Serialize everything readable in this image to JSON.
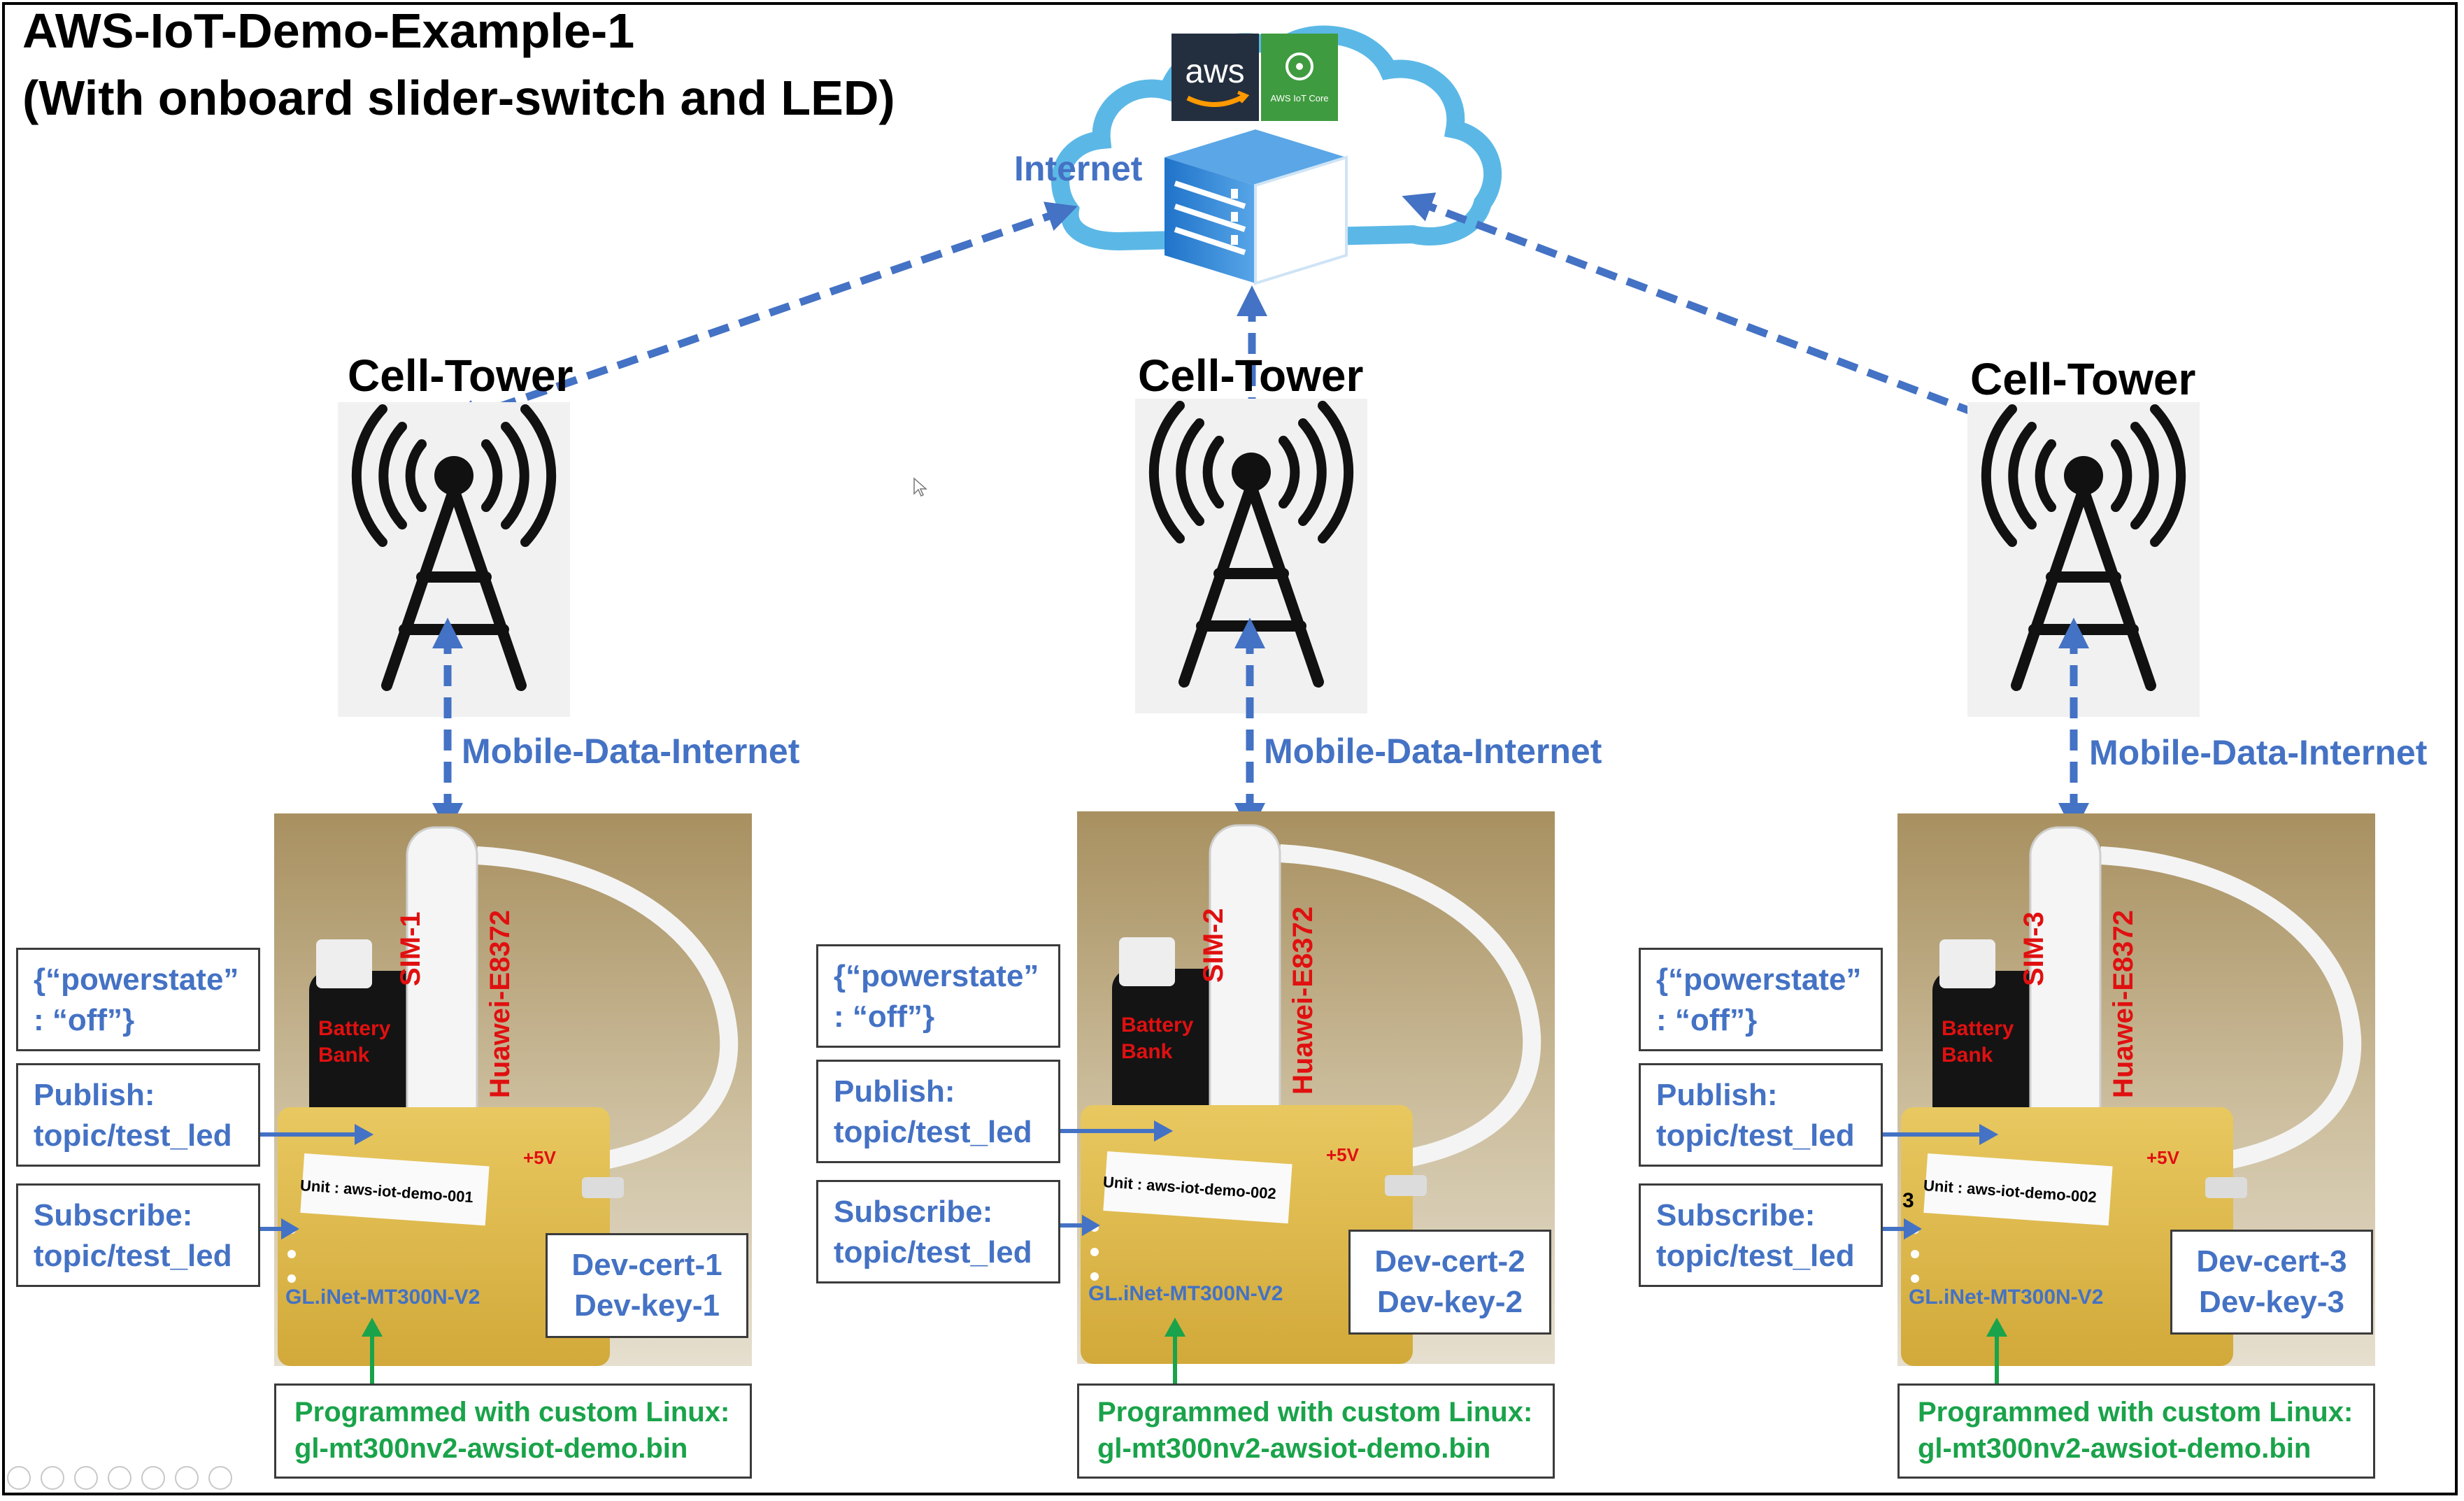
{
  "title": {
    "line1": "AWS-IoT-Demo-Example-1",
    "line2": "(With onboard slider-switch and LED)"
  },
  "cloud": {
    "internet_label": "Internet",
    "aws_logo_text": "aws",
    "iot_core_text": "AWS IoT Core"
  },
  "units": [
    {
      "tower_label": "Cell-Tower",
      "link_label": "Mobile-Data-Internet",
      "sim_label": "SIM-1",
      "modem_label": "Huawei-E8372",
      "battery_label": "Battery\nBank",
      "battery_line1": "Battery",
      "battery_line2": "Bank",
      "plus5v": "+5V",
      "unit_label": "Unit : aws-iot-demo-001",
      "router_label": "GL.iNet-MT300N-V2",
      "payload_line1": "{“powerstate”",
      "payload_line2": ": “off”}",
      "publish_line1": "Publish:",
      "publish_line2": "topic/test_led",
      "subscribe_line1": "Subscribe:",
      "subscribe_line2": "topic/test_led",
      "cert_line1": "Dev-cert-1",
      "cert_line2": "Dev-key-1",
      "firmware_line1": "Programmed with custom Linux:",
      "firmware_line2": "gl-mt300nv2-awsiot-demo.bin"
    },
    {
      "tower_label": "Cell-Tower",
      "link_label": "Mobile-Data-Internet",
      "sim_label": "SIM-2",
      "modem_label": "Huawei-E8372",
      "battery_line1": "Battery",
      "battery_line2": "Bank",
      "plus5v": "+5V",
      "unit_label": "Unit : aws-iot-demo-002",
      "router_label": "GL.iNet-MT300N-V2",
      "payload_line1": "{“powerstate”",
      "payload_line2": ": “off”}",
      "publish_line1": "Publish:",
      "publish_line2": "topic/test_led",
      "subscribe_line1": "Subscribe:",
      "subscribe_line2": "topic/test_led",
      "cert_line1": "Dev-cert-2",
      "cert_line2": "Dev-key-2",
      "firmware_line1": "Programmed with custom Linux:",
      "firmware_line2": "gl-mt300nv2-awsiot-demo.bin"
    },
    {
      "tower_label": "Cell-Tower",
      "link_label": "Mobile-Data-Internet",
      "sim_label": "SIM-3",
      "modem_label": "Huawei-E8372",
      "battery_line1": "Battery",
      "battery_line2": "Bank",
      "plus5v": "+5V",
      "unit_label": "Unit : aws-iot-demo-002",
      "unit_number": "3",
      "router_label": "GL.iNet-MT300N-V2",
      "payload_line1": "{“powerstate”",
      "payload_line2": ": “off”}",
      "publish_line1": "Publish:",
      "publish_line2": "topic/test_led",
      "subscribe_line1": "Subscribe:",
      "subscribe_line2": "topic/test_led",
      "cert_line1": "Dev-cert-3",
      "cert_line2": "Dev-key-3",
      "firmware_line1": "Programmed with custom Linux:",
      "firmware_line2": "gl-mt300nv2-awsiot-demo.bin"
    }
  ],
  "colors": {
    "link_blue": "#4472C4",
    "modem_red": "#e01010",
    "firmware_green": "#1aa34a",
    "cloud_blue": "#5bb8e6"
  }
}
